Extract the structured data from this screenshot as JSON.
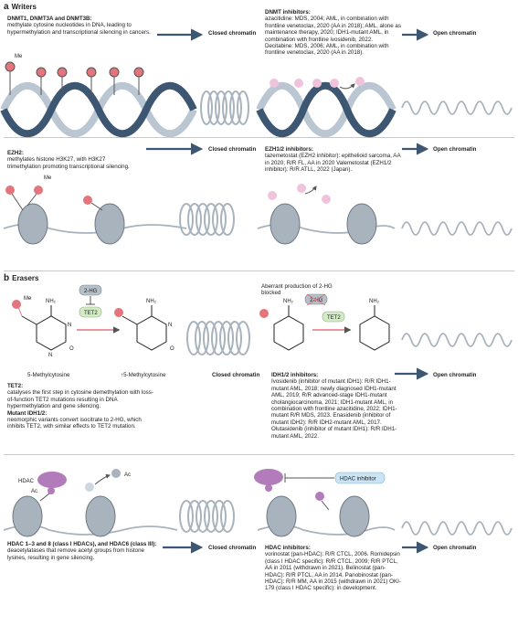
{
  "sections": {
    "a_letter": "a",
    "a_title": "Writers",
    "b_letter": "b",
    "b_title": "Erasers"
  },
  "writers": {
    "dnmt_title": "DNMT1, DNMT3A and DNMT3B:",
    "dnmt_desc": "methylate cytosine nucleotides in DNA, leading to hypermethylation and transcriptional silencing in cancers.",
    "dnmt_closed": "Closed chromatin",
    "dnmt_inhib_title": "DNMT inhibitors:",
    "dnmt_inhib_desc": "azacitidine: MDS, 2004; AML, in combination with frontline venetoclax, 2020 (AA in 2018); AML, alone as maintenance therapy, 2020; IDH1-mutant AML, in combination with frontline ivosidenib, 2022. Decitabine: MDS, 2006; AML, in combination with frontline venetoclax, 2020 (AA in 2018).",
    "dnmt_open": "Open chromatin",
    "me_label": "Me",
    "ezh2_title": "EZH2:",
    "ezh2_desc": "methylates histone H3K27, with H3K27 trimethylation promoting transcriptional silencing.",
    "ezh2_closed": "Closed chromatin",
    "ezh2_inhib_title": "EZH1/2 inhibitors:",
    "ezh2_inhib_desc": "tazemetostat (EZH2 inhibitor): epithelioid sarcoma, AA in 2020; R/R FL, AA in 2020 Valemetostat (EZH1/2 inhibitor): R/R ATLL, 2022 (Japan).",
    "ezh2_open": "Open chromatin",
    "me_label2": "Me"
  },
  "erasers": {
    "hg_box": "2-HG",
    "tet2_box": "TET2",
    "methylcytosine": "5-Methylcytosine",
    "hydroxymethylcytosine": "5-Methylcytosine",
    "hm_prefix": "↑",
    "me_label": "Me",
    "closed": "Closed chromatin",
    "aberrant": "Aberrant production of 2-HG blocked",
    "hg_box2": "2-HG",
    "tet2_box2": "TET2",
    "tet2_title": "TET2:",
    "tet2_desc": "catalyses the first step in cytosine demethylation with loss-of-function TET2 mutations resulting in DNA hypermethylation and gene silencing.",
    "idh_title": "Mutant IDH1/2:",
    "idh_desc": "neomorphic variants convert isocitrate to 2-HG, which inhibits TET2, with similar effects to TET2 mutation.",
    "idh_inhib_title": "IDH1/2 inhibitors:",
    "idh_inhib_desc": "Ivosidenib (inhibitor of mutant IDH1): R/R IDH1-mutant AML, 2018; newly diagnosed IDH1-mutant AML, 2019; R/R advanced-stage IDH1-mutant cholangiocarcinoma, 2021; IDH1-mutant AML, in combination with frontline azacitidine, 2022; IDH1-mutant R/R MDS, 2023. Enasidenib (inhibitor of mutant IDH2): R/R IDH2-mutant AML, 2017. Olutasidenib (inhibitor of mutant IDH1): R/R IDH1-mutant AML, 2022.",
    "idh_open": "Open chromatin",
    "hdac_label": "HDAC",
    "ac_label": "Ac",
    "ac_label2": "Ac",
    "hdac_inhibitor_box": "HDAC inhibitor",
    "hdac_title": "HDAC 1–3 and 8 (class I HDACs), and HDAC6 (class III):",
    "hdac_desc": "deacetylatases that remove acetyl groups from histone lysines, resulting in gene silencing.",
    "hdac_closed": "Closed chromatin",
    "hdac_inhib_title": "HDAC inhibitors:",
    "hdac_inhib_desc": "vorinostat (pan-HDAC): R/R CTCL, 2006. Romidepsin (class I HDAC specific): R/R CTCL, 2009; R/R PTCL, AA in 2011 (withdrawn in 2021). Belinostat (pan-HDAC): R/R PTCL, AA in 2014. Panobinostat (pan-HDAC): R/R MM, AA in 2015 (withdrawn in 2021) OKI-179 (class I HDAC specific): in development.",
    "hdac_open": "Open chromatin"
  },
  "chem": {
    "nh2": "NH₂",
    "n": "N",
    "o": "O"
  },
  "colors": {
    "methyl": "#e3767c",
    "methyl_faint": "#f0c3dd",
    "dna_dark": "#3d5671",
    "dna_light": "#bac6d1",
    "nucleosome": "#a9b3bd",
    "hdac": "#b27cbb",
    "hdac_box": "#cbe4f3",
    "tet2_box": "#d3eac7",
    "hg_box": "#b5c0c9",
    "arrow": "#3d5671"
  }
}
